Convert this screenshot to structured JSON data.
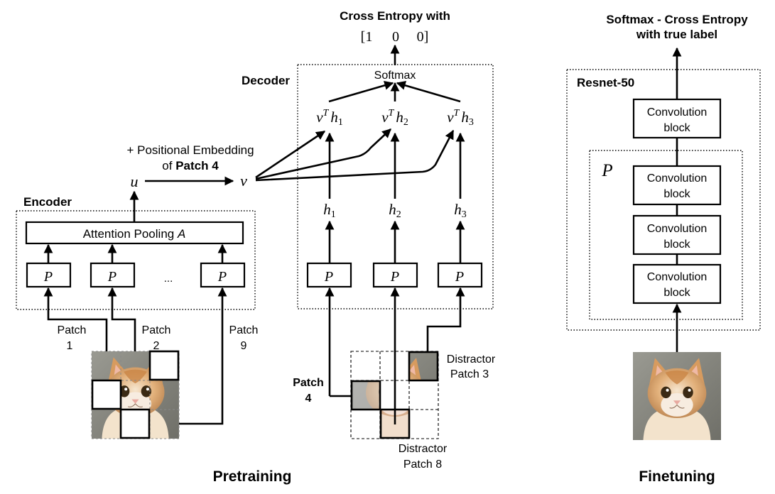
{
  "sections": {
    "pretraining": "Pretraining",
    "finetuning": "Finetuning"
  },
  "encoder": {
    "title": "Encoder",
    "attention_label": "Attention Pooling",
    "attention_symbol": "A",
    "p": "P",
    "ellipsis": "...",
    "patch_labels": [
      {
        "word": "Patch",
        "num": "1"
      },
      {
        "word": "Patch",
        "num": "2"
      },
      {
        "word": "Patch",
        "num": "9"
      }
    ]
  },
  "middle": {
    "u": "u",
    "v": "v",
    "positional_line1": "+ Positional Embedding",
    "positional_of": "of",
    "positional_patch": "Patch 4"
  },
  "decoder": {
    "title": "Decoder",
    "softmax": "Softmax",
    "cross_entropy": "Cross Entropy with",
    "target_vector": [
      "[1",
      "0",
      "0]"
    ],
    "scores": [
      {
        "base": "v",
        "sup": "T",
        "h": "h",
        "sub": "1"
      },
      {
        "base": "v",
        "sup": "T",
        "h": "h",
        "sub": "2"
      },
      {
        "base": "v",
        "sup": "T",
        "h": "h",
        "sub": "3"
      }
    ],
    "hidden": [
      {
        "h": "h",
        "sub": "1"
      },
      {
        "h": "h",
        "sub": "2"
      },
      {
        "h": "h",
        "sub": "3"
      }
    ],
    "p": "P",
    "patch4_word": "Patch",
    "patch4_num": "4",
    "distractor3": [
      "Distractor",
      "Patch 3"
    ],
    "distractor8": [
      "Distractor",
      "Patch 8"
    ]
  },
  "finetune": {
    "title_line1": "Softmax - Cross Entropy",
    "title_line2": "with true label",
    "resnet": "Resnet-50",
    "p": "P",
    "block_line1": "Convolution",
    "block_line2": "block"
  },
  "colors": {
    "ink": "#000000",
    "fur_orange": "#d9a066",
    "fur_light": "#f1dcc0",
    "patch_grey": "#c8c8c8",
    "background_grey": "#8c8c8c",
    "nose_pink": "#e8a9a0"
  }
}
